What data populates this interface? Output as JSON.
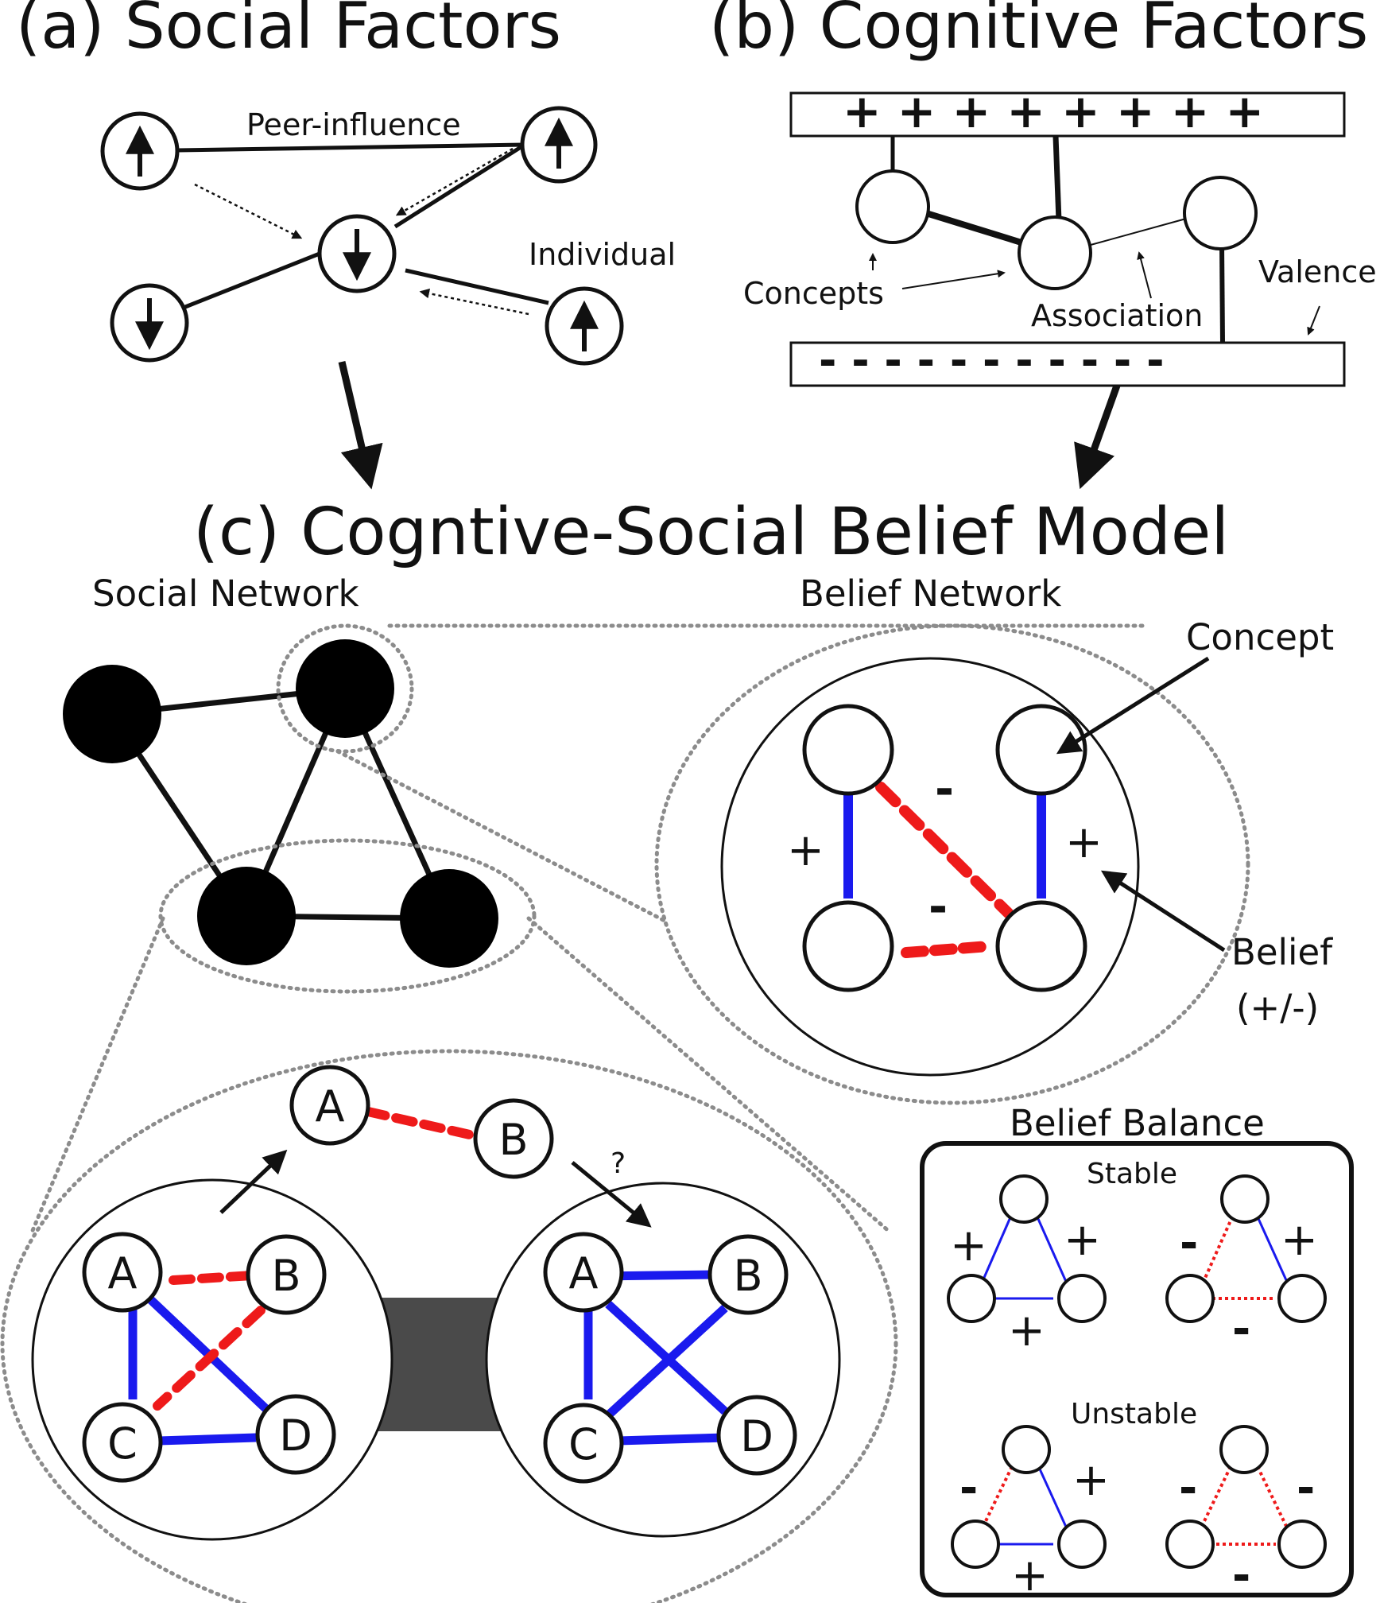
{
  "panel_a": {
    "title": "(a) Social Factors",
    "peer_influence_label": "Peer-influence",
    "individual_label": "Individual"
  },
  "panel_b": {
    "title": "(b) Cognitive Factors",
    "positive_bar": "+ + + + + + + +",
    "negative_bar": "- - - - - - - - - - -",
    "concepts_label": "Concepts",
    "association_label": "Association",
    "valence_label": "Valence"
  },
  "panel_c": {
    "title": "(c) Cogntive-Social Belief Model",
    "social_network_label": "Social Network",
    "belief_network_label": "Belief Network",
    "concept_label": "Concept",
    "belief_label": "Belief",
    "belief_sign_label": "(+/-)",
    "signs": {
      "plus": "+",
      "minus": "-"
    },
    "question_mark": "?",
    "nodes": {
      "a": "A",
      "b": "B",
      "c": "C",
      "d": "D"
    }
  },
  "belief_balance": {
    "title": "Belief Balance",
    "stable_label": "Stable",
    "unstable_label": "Unstable"
  },
  "colors": {
    "positive_edge": "#1a1aee",
    "negative_edge": "#ee1a1a",
    "ink": "#111111",
    "zoom_outline": "#8c8c8c",
    "bridge": "#4a4a4a"
  }
}
